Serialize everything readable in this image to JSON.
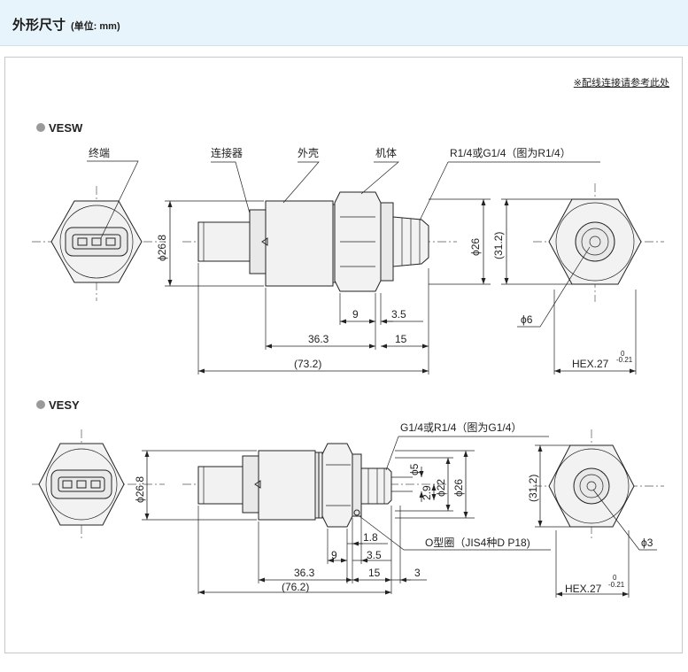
{
  "header": {
    "title": "外形尺寸",
    "unit": "(单位: mm)"
  },
  "note": "※配线连接请参考此处",
  "vesw": {
    "label": "VESW",
    "terminal": "终端",
    "connector": "连接器",
    "shell": "外壳",
    "body": "机体",
    "thread": "R1/4或G1/4（图为R1/4）",
    "d_26_8": "ϕ26.8",
    "d_26": "ϕ26",
    "d_31_2": "(31.2)",
    "d_6": "ϕ6",
    "d_9": "9",
    "d_3_5": "3.5",
    "d_36_3": "36.3",
    "d_15": "15",
    "d_73_2": "(73.2)",
    "hex": "HEX.27",
    "hex_tol_top": "0",
    "hex_tol_bottom": "-0.21"
  },
  "vesy": {
    "label": "VESY",
    "thread": "G1/4或R1/4（图为G1/4）",
    "d_26_8": "ϕ26.8",
    "d_5": "ϕ5",
    "d_2_9": "2.9",
    "d_22": "ϕ22",
    "d_26": "ϕ26",
    "d_31_2": "(31.2)",
    "d_3": "ϕ3",
    "d_1_8": "1.8",
    "d_9": "9",
    "d_3_5": "3.5",
    "oring": "O型圈（JIS4种D P18)",
    "d_36_3": "36.3",
    "d_15": "15",
    "d_3b": "3",
    "d_76_2": "(76.2)",
    "hex": "HEX.27",
    "hex_tol_top": "0",
    "hex_tol_bottom": "-0.21"
  }
}
